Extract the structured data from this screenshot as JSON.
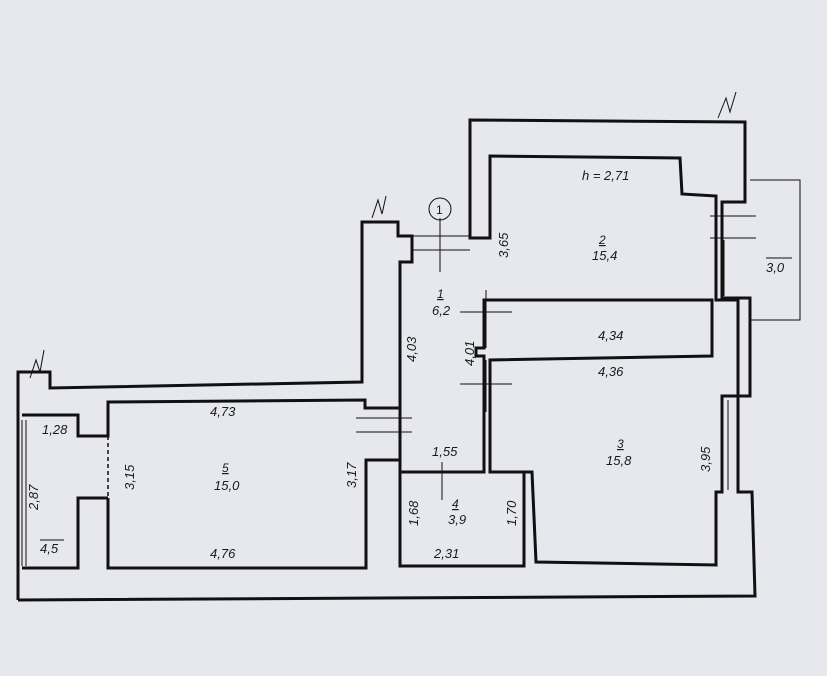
{
  "plan": {
    "height_label": "h = 2,71",
    "axis_marker": "1",
    "rooms": [
      {
        "number": "1",
        "area": "6,2"
      },
      {
        "number": "2",
        "area": "15,4"
      },
      {
        "number": "3",
        "area": "15,8"
      },
      {
        "number": "4",
        "area": "3,9"
      },
      {
        "number": "5",
        "area": "15,0"
      }
    ],
    "balcony_area": "4,5",
    "balcony2_area": "3,0",
    "dimensions": {
      "d365": "3,65",
      "d434": "4,34",
      "d436": "4,36",
      "d395": "3,95",
      "d403": "4,03",
      "d401": "4,01",
      "d155": "1,55",
      "d168": "1,68",
      "d170": "1,70",
      "d231": "2,31",
      "d473": "4,73",
      "d476": "4,76",
      "d315": "3,15",
      "d317": "3,17",
      "d128": "1,28",
      "d287": "2,87"
    }
  }
}
